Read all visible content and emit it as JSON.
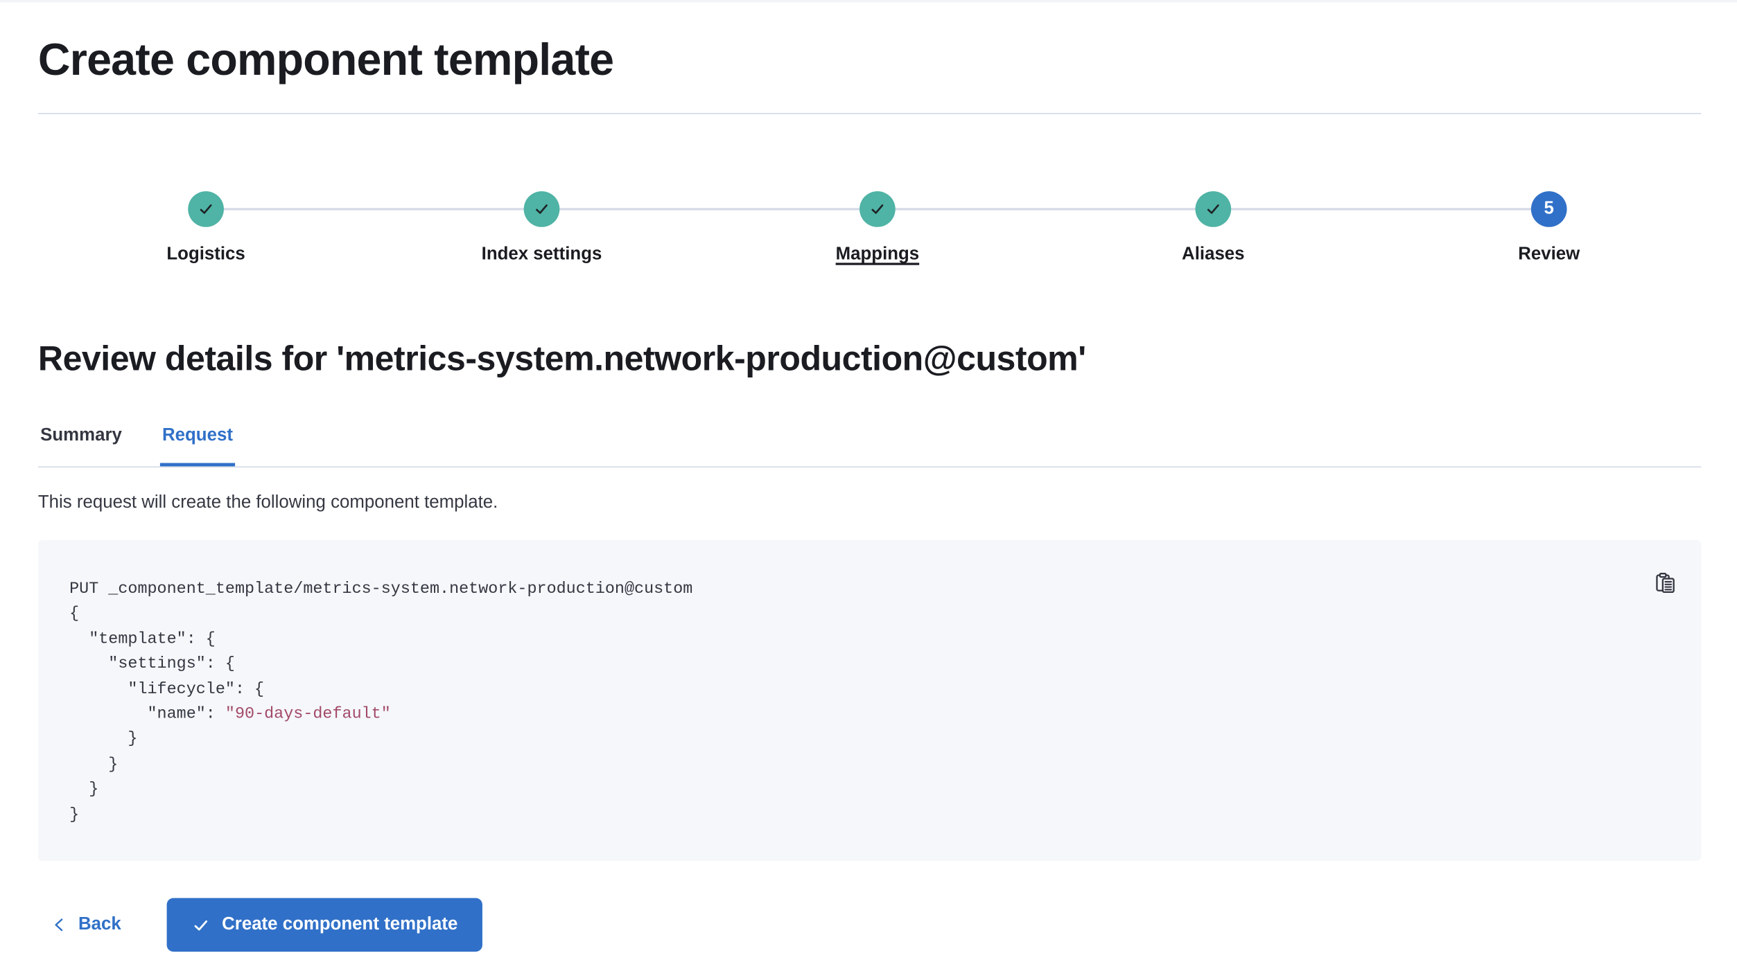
{
  "page": {
    "title": "Create component template"
  },
  "stepper": {
    "steps": [
      {
        "label": "Logistics",
        "status": "complete",
        "icon": "check-icon"
      },
      {
        "label": "Index settings",
        "status": "complete",
        "icon": "check-icon"
      },
      {
        "label": "Mappings",
        "status": "complete",
        "icon": "check-icon",
        "underlined": true
      },
      {
        "label": "Aliases",
        "status": "complete",
        "icon": "check-icon"
      },
      {
        "label": "Review",
        "status": "current",
        "number": "5"
      }
    ]
  },
  "review": {
    "heading": "Review details for 'metrics-system.network-production@custom'",
    "tabs": {
      "summary": "Summary",
      "request": "Request"
    },
    "active_tab": "Request",
    "description": "This request will create the following component template."
  },
  "code_block": {
    "before_value": "PUT _component_template/metrics-system.network-production@custom\n{\n  \"template\": {\n    \"settings\": {\n      \"lifecycle\": {\n        \"name\": ",
    "string_value": "\"90-days-default\"",
    "after_value": "\n      }\n    }\n  }\n}",
    "copy_icon": "copy-clipboard-icon"
  },
  "footer": {
    "back_label": "Back",
    "create_label": "Create component template"
  },
  "colors": {
    "primary": "#3070c8",
    "success": "#4fb3a5",
    "text": "#1a1c21",
    "text_subdued": "#343741",
    "border": "#d3dae6",
    "code_background": "#f5f7fa",
    "code_string": "#a34a68"
  }
}
